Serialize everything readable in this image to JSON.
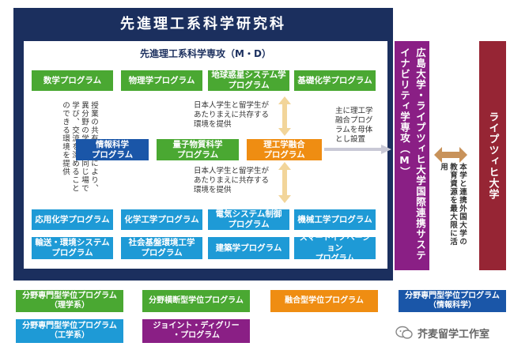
{
  "graduate_school_title": "先進理工系科学研究科",
  "major_title": "先進理工系科学専攻（M・D）",
  "programs_top": [
    "数学プログラム",
    "物理学プログラム",
    "地球惑星システム学\nプログラム",
    "基礎化学プログラム"
  ],
  "programs_mid": [
    "情報科学\nプログラム",
    "量子物質科学\nプログラム",
    "理工学融合\nプログラム"
  ],
  "programs_bottom_row1": [
    "応用化学プログラム",
    "化学工学プログラム",
    "電気システム制御\nプログラム",
    "機械工学プログラム"
  ],
  "programs_bottom_row2": [
    "輸送・環境システム\nプログラム",
    "社会基盤環境工学\nプログラム",
    "建築学プログラム",
    "スマートイノベーション\nプログラム"
  ],
  "side_note": "授業の共有化等により、異分野の学生が同じ場で学び、交流を深めることのできる環境を提供",
  "coexist_note_1": "日本人学生と留学生が\nあたりまえに共存する\n環境を提供",
  "coexist_note_2": "日本人学生と留学生が\nあたりまえに共存する\n環境を提供",
  "fusion_note": "主に理工学\n融合プログ\nラムを母体\nとし設置",
  "sustainability_major": "広島大学・ライプツィヒ大学国際連携サステイナビリティ学専攻（M）",
  "cooperation_note": "本学と連携外国大学の教育資源を最大限に活用",
  "leipzig_university": "ライプツィヒ大学",
  "legend": [
    "分野専門型学位プログラム\n（理学系）",
    "分野横断型学位プログラム",
    "融合型学位プログラム",
    "分野専門型学位プログラム\n（情報科学）",
    "分野専門型学位プログラム\n（工学系）",
    "ジョイント・ディグリー\n・プログラム"
  ],
  "watermark": "芥麦留学工作室",
  "colors": {
    "navy": "#1b2f5e",
    "green": "#4aa832",
    "blue": "#1e9ad6",
    "dark_blue": "#1a56a8",
    "orange": "#ef8d12",
    "purple": "#8a1f85",
    "maroon": "#962534"
  }
}
